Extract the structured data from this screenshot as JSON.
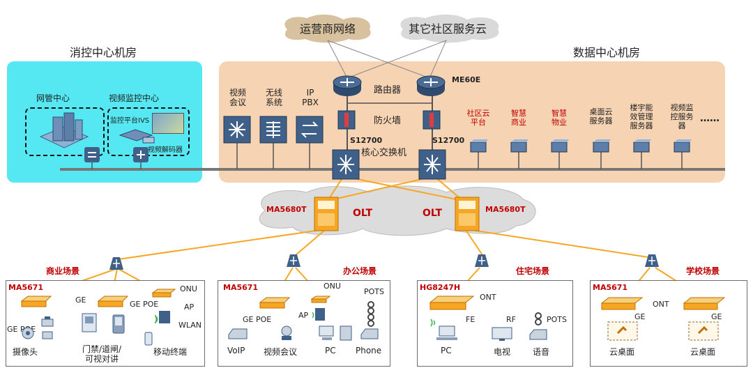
{
  "clouds": {
    "carrier": "运营商网络",
    "other": "其它社区服务云"
  },
  "left_room": {
    "title": "消控中心机房",
    "nms": "网管中心",
    "video_center": "视频监控中心",
    "platform": "监控平台IVS",
    "decoder": "视频解码器"
  },
  "right_room": {
    "title": "数据中心机房"
  },
  "core": {
    "router": "路由器",
    "router_model": "ME60E",
    "firewall": "防火墙",
    "switch_label": "核心交换机",
    "sw1": "S12700",
    "sw2": "S12700"
  },
  "services": [
    {
      "label": "视频\n会议"
    },
    {
      "label": "无线\n系统"
    },
    {
      "label": "IP\nPBX"
    }
  ],
  "servers": [
    {
      "label": "社区云\n平台",
      "red": true
    },
    {
      "label": "智慧\n商业",
      "red": true
    },
    {
      "label": "智慧\n物业",
      "red": true
    },
    {
      "label": "桌面云\n服务器",
      "red": false
    },
    {
      "label": "楼宇能\n效管理\n服务器",
      "red": false
    },
    {
      "label": "视频监\n控服务\n器",
      "red": false
    }
  ],
  "ellipsis": "……",
  "olt": {
    "label": "OLT",
    "left_model": "MA5680T",
    "right_model": "MA5680T"
  },
  "scenes": {
    "commercial": {
      "title": "商业场景",
      "model": "MA5671",
      "onu": "ONU",
      "ap": "AP",
      "wlan": "WLAN",
      "ge_poe": "GE POE",
      "ge": "GE",
      "ge_poe2": "GE POE",
      "cam": "摄像头",
      "door": "门禁/道闸/\n可视对讲",
      "mobile": "移动终端"
    },
    "office": {
      "title": "办公场景",
      "model": "MA5671",
      "onu": "ONU",
      "ge_poe": "GE POE",
      "ap": "AP",
      "pots": "POTS",
      "voip": "VoIP",
      "vconf": "视频会议",
      "pc": "PC",
      "phone": "Phone"
    },
    "residential": {
      "title": "住宅场景",
      "model": "HG8247H",
      "ont": "ONT",
      "fe": "FE",
      "rf": "RF",
      "pots": "POTS",
      "pc": "PC",
      "tv": "电视",
      "voice": "语音"
    },
    "school": {
      "title": "学校场景",
      "model": "MA5671",
      "ont": "ONT",
      "ge1": "GE",
      "ge2": "GE",
      "cd1": "云桌面",
      "cd2": "云桌面"
    }
  },
  "colors": {
    "cyan": "#55e8f2",
    "tan": "#f5d3b3",
    "orange": "#f6a623",
    "cloud_gray": "#dcdcdc",
    "device_blue": "#3f6189",
    "red": "#c00000"
  }
}
